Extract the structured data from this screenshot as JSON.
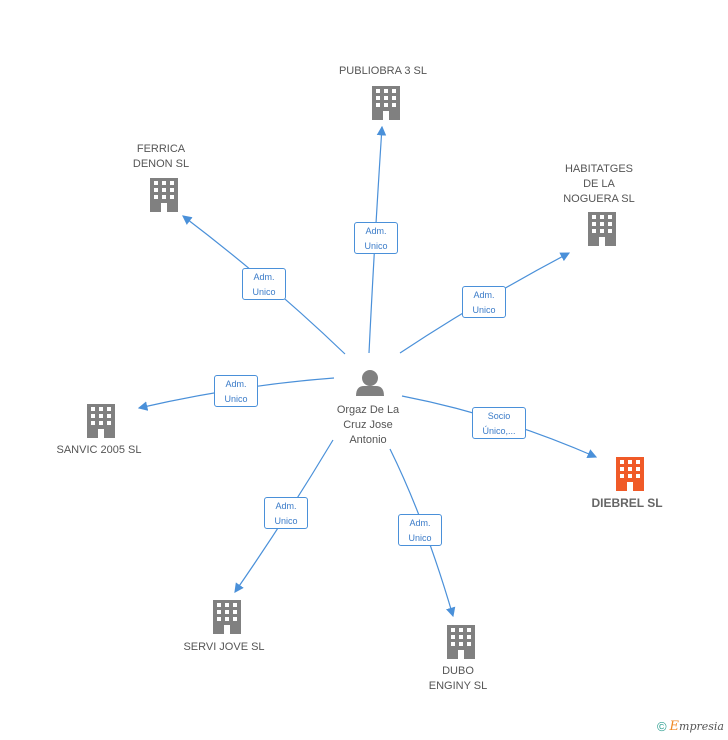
{
  "center": {
    "name": "Orgaz De La\nCruz Jose\nAntonio",
    "icon": "person-icon"
  },
  "nodes": [
    {
      "id": "publiobra",
      "name": "PUBLIOBRA 3 SL",
      "relation": "Adm.\nUnico",
      "icon": "building-icon"
    },
    {
      "id": "ferrica",
      "name": "FERRICA\nDENON SL",
      "relation": "Adm.\nUnico",
      "icon": "building-icon"
    },
    {
      "id": "habitatges",
      "name": "HABITATGES\nDE LA\nNOGUERA SL",
      "relation": "Adm.\nUnico",
      "icon": "building-icon"
    },
    {
      "id": "sanvic",
      "name": "SANVIC 2005 SL",
      "relation": "Adm.\nUnico",
      "icon": "building-icon"
    },
    {
      "id": "diebrel",
      "name": "DIEBREL SL",
      "relation": "Socio\nÚnico,...",
      "icon": "building-icon",
      "highlight": true
    },
    {
      "id": "servi",
      "name": "SERVI JOVE SL",
      "relation": "Adm.\nUnico",
      "icon": "building-icon"
    },
    {
      "id": "dubo",
      "name": "DUBO\nENGINY SL",
      "relation": "Adm.\nUnico",
      "icon": "building-icon"
    }
  ],
  "colors": {
    "edge": "#4a90d9",
    "building": "#808080",
    "highlight": "#f05a28"
  },
  "footer": {
    "copyright": "©",
    "brand_initial": "E",
    "brand_rest": "mpresia"
  }
}
